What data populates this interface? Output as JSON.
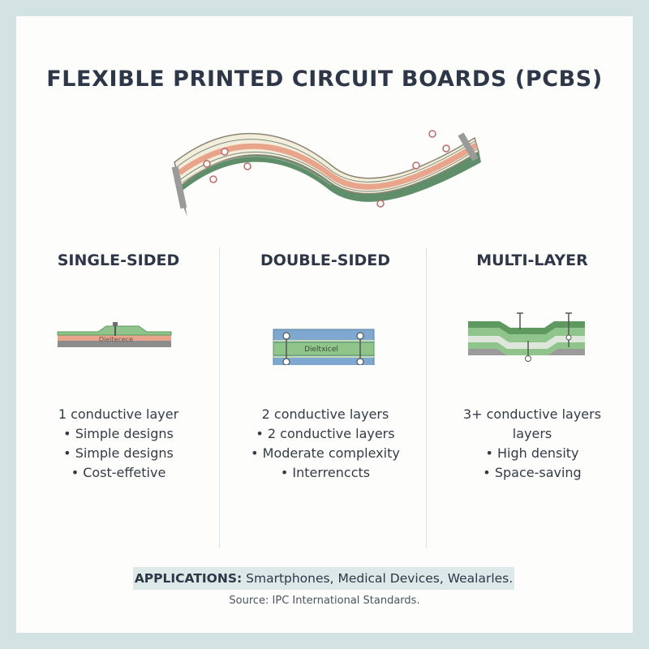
{
  "title": "FLEXIBLE PRINTED CIRCUIT BOARDS (PCBS)",
  "columns": [
    {
      "heading": "SINGLE-SIDED",
      "figure_label": "Dieltecece",
      "bullets": [
        "1 conductive layer",
        "• Simple designs",
        "• Simple designs",
        "• Cost-effetive"
      ]
    },
    {
      "heading": "DOUBLE-SIDED",
      "figure_label": "Dieltxicel",
      "bullets": [
        "2 conductive layers",
        "• 2 conductive layers",
        "• Moderate complexity",
        "• Interrenccts"
      ]
    },
    {
      "heading": "MULTI-LAYER",
      "bullets": [
        "3+ conductive layers",
        "layers",
        "• High density",
        "• Space-saving"
      ]
    }
  ],
  "applications": {
    "label": "APPLICATIONS:",
    "text": " Smartphones, Medical Devices, Wealarles."
  },
  "source": "Source: IPC International Standards.",
  "colors": {
    "background": "#d3e2e3",
    "copper": "#e8a58c",
    "substrate": "#f3eedb",
    "green_layer": "#8fc48b",
    "dark_green": "#5e9a5f",
    "blue_board": "#7ea8cf",
    "grey_layer": "#9b9b9b"
  }
}
